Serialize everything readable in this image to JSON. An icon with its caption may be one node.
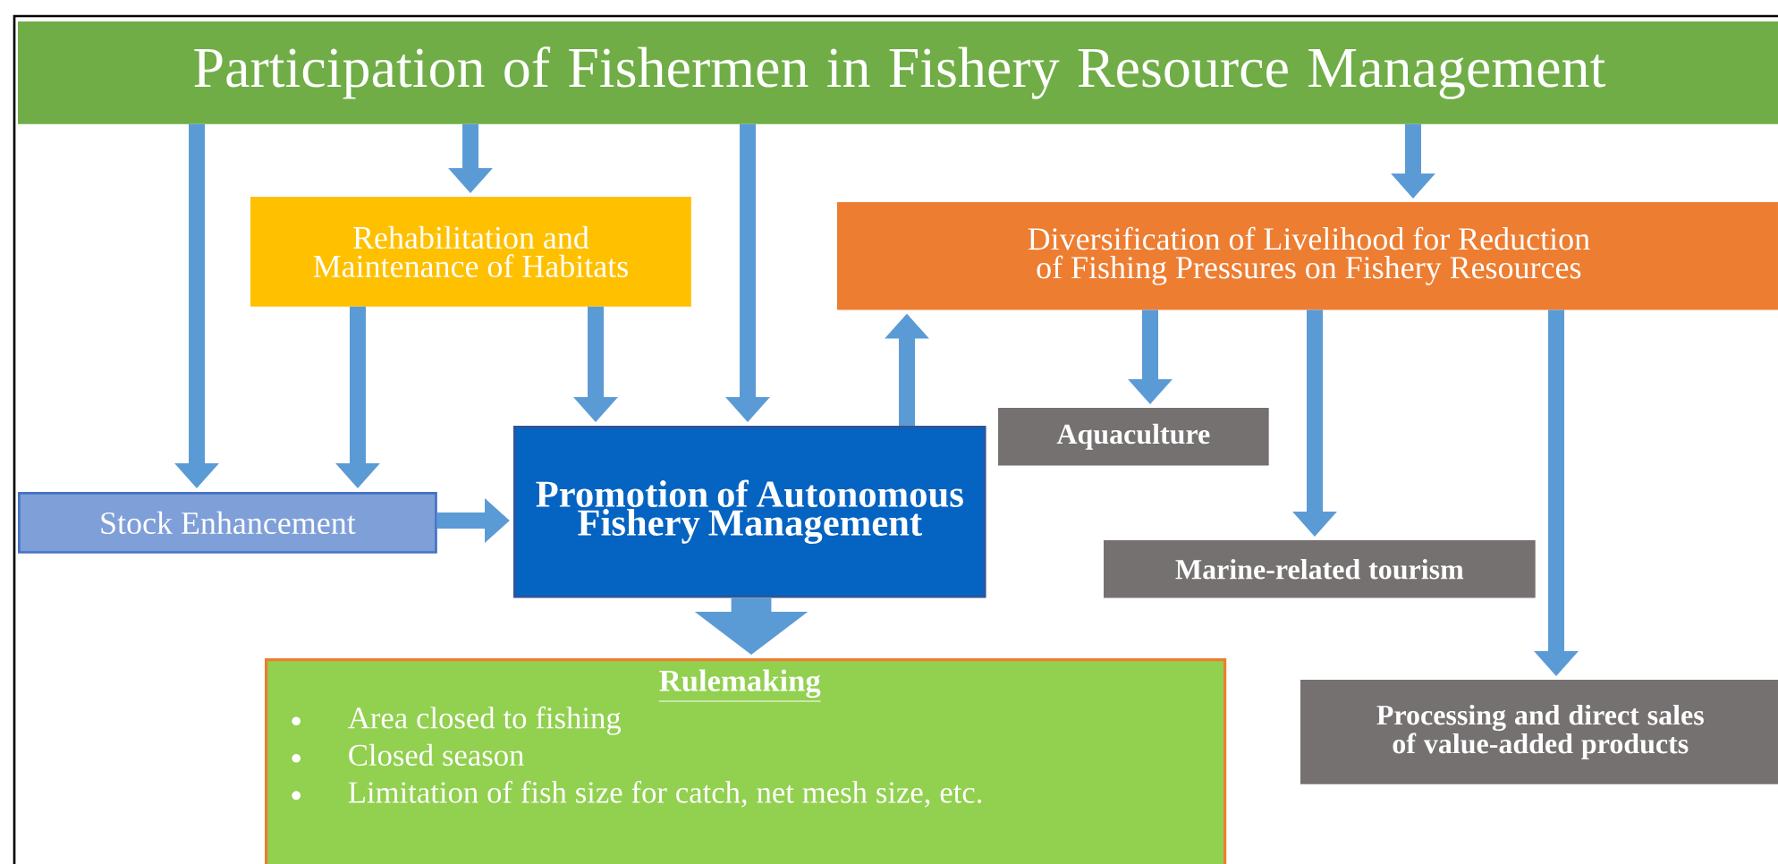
{
  "diagram": {
    "nodes": [
      {
        "text": [
          "Participation of Fishermen in Fishery Resource Management"
        ]
      },
      {
        "text": [
          "Rehabilitation and Maintenance of Habitats"
        ]
      },
      {
        "text": [
          "Diversification of Livelihood for Reduction of Fishing Pressures on Fishery Resources"
        ]
      },
      {
        "text": [
          "Stock Enhancement"
        ]
      },
      {
        "text": [
          "Promotion of Autonomous Fishery Management"
        ]
      },
      {
        "text": [
          "Aquaculture"
        ]
      },
      {
        "text": [
          "Marine-related tourism"
        ]
      },
      {
        "text": [
          "Rulemaking",
          "Area closed to fishing",
          "Closed season",
          "Limitation of fish size for catch, net mesh size, etc."
        ]
      },
      {
        "text": [
          "Processing and direct sales of value-added products"
        ]
      }
    ],
    "edges": [
      {
        "from": 0,
        "to": 3,
        "arrow": "to"
      },
      {
        "from": 0,
        "to": 1,
        "arrow": "to"
      },
      {
        "from": 0,
        "to": 4,
        "arrow": "to"
      },
      {
        "from": 0,
        "to": 2,
        "arrow": "to"
      },
      {
        "from": 1,
        "to": 3,
        "arrow": "to"
      },
      {
        "from": 1,
        "to": 4,
        "arrow": "to"
      },
      {
        "from": 3,
        "to": 4,
        "arrow": "to"
      },
      {
        "from": 4,
        "to": 2,
        "arrow": "to"
      },
      {
        "from": 2,
        "to": 5,
        "arrow": "to"
      },
      {
        "from": 2,
        "to": 6,
        "arrow": "to"
      },
      {
        "from": 2,
        "to": 8,
        "arrow": "to"
      },
      {
        "from": 4,
        "to": 7,
        "arrow": "to",
        "style": "thick"
      }
    ]
  }
}
